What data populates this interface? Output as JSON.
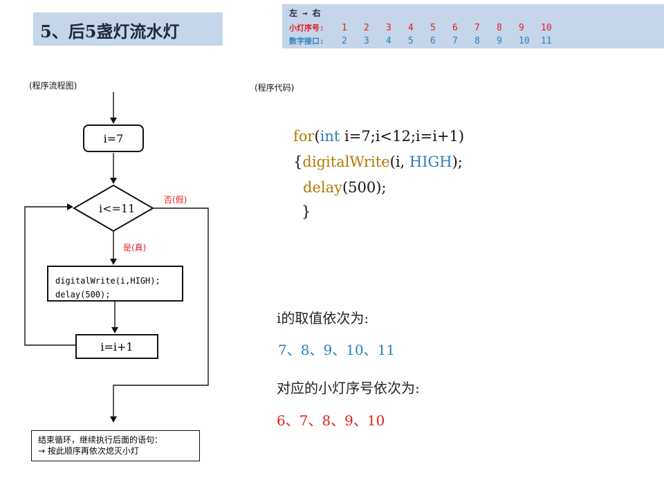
{
  "title": "5、后5盏灯流水灯",
  "mapping": {
    "direction": "左 → 右",
    "row1_label": "小灯序号:",
    "row1_values": [
      "1",
      "2",
      "3",
      "4",
      "5",
      "6",
      "7",
      "8",
      "9",
      "10"
    ],
    "row2_label": "数字接口:",
    "row2_values": [
      "2",
      "3",
      "4",
      "5",
      "6",
      "7",
      "8",
      "9",
      "10",
      "11"
    ]
  },
  "flowchart": {
    "caption": "(程序流程图)",
    "init": "i=7",
    "condition": "i<=11",
    "no_label": "否(假)",
    "yes_label": "是(真)",
    "body_line1": "digitalWrite(i,HIGH);",
    "body_line2": "delay(500);",
    "increment": "i=i+1",
    "end_line1": "结束循环，继续执行后面的语句：",
    "end_line2": "→ 按此顺序再依次熄灭小灯"
  },
  "code": {
    "caption": "(程序代码)",
    "line1_kw": "for",
    "line1_paren": "(",
    "line1_type": "int",
    "line1_rest": " i=7;i<12;i=i+1)",
    "line2_brace": "{",
    "line2_fn": "digitalWrite",
    "line2_mid": "(i, ",
    "line2_const": "HIGH",
    "line2_end": ");",
    "line3_fn": "delay",
    "line3_rest": "(500);",
    "line4": "}"
  },
  "results": {
    "i_label": "i的取值依次为:",
    "i_values": "7、8、9、10、11",
    "led_label": "对应的小灯序号依次为:",
    "led_values": "6、7、8、9、10"
  },
  "colors": {
    "title_bg": "#c5d5ea",
    "red": "#e11d1d",
    "blue": "#2a7fb8",
    "gold": "#b07a00"
  }
}
